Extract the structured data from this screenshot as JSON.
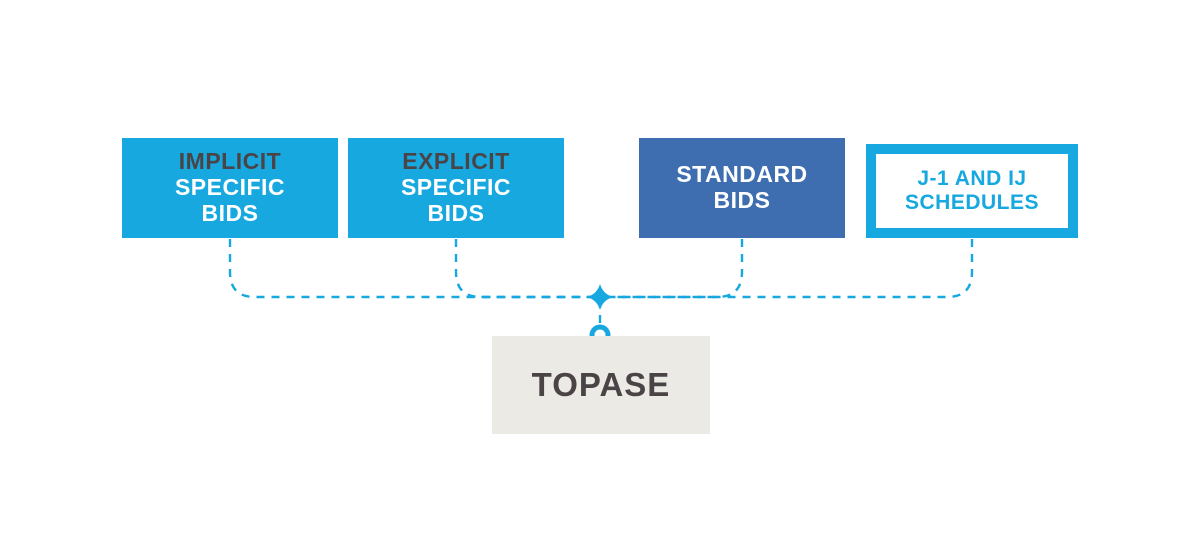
{
  "diagram": {
    "title": "TOPASE inputs diagram",
    "colors": {
      "cyan": "#17a8e0",
      "steel_blue": "#3f6eb0",
      "dark_gray_text": "#4a4447",
      "hub_fill": "#ebeae5",
      "white": "#ffffff",
      "background": "#ffffff"
    },
    "nodes": [
      {
        "id": "implicit",
        "name": "implicit-specific-bids",
        "lines": [
          "IMPLICIT",
          "SPECIFIC",
          "BIDS"
        ],
        "style": "filled-cyan",
        "first_line_color": "#4a4447",
        "body_text_color": "#ffffff"
      },
      {
        "id": "explicit",
        "name": "explicit-specific-bids",
        "lines": [
          "EXPLICIT",
          "SPECIFIC",
          "BIDS"
        ],
        "style": "filled-cyan",
        "first_line_color": "#4a4447",
        "body_text_color": "#ffffff"
      },
      {
        "id": "standard",
        "name": "standard-bids",
        "lines": [
          "STANDARD",
          "BIDS"
        ],
        "style": "filled-steel-blue",
        "body_text_color": "#ffffff"
      },
      {
        "id": "schedules",
        "name": "j1-and-ij-schedules",
        "lines": [
          "J-1 AND IJ",
          "SCHEDULES"
        ],
        "style": "outlined-cyan",
        "body_text_color": "#17a8e0"
      }
    ],
    "hub": {
      "id": "topase",
      "name": "topase",
      "lines": [
        "TOPASE"
      ],
      "style": "filled-light-gray",
      "body_text_color": "#4a4447"
    },
    "connectors": {
      "style": "dashed",
      "color": "#17a8e0",
      "junction_marker": "four-point-star",
      "hub_marker": "donut-circle",
      "description": "Four dashed drop lines merge into one horizontal bus that feeds the TOPASE hub."
    }
  }
}
